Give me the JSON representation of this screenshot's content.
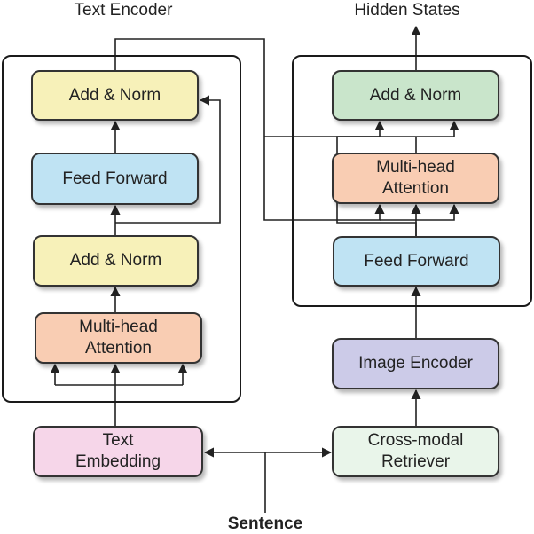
{
  "labels": {
    "text_encoder": "Text Encoder",
    "hidden_states": "Hidden States",
    "sentence": "Sentence"
  },
  "text_encoder_blocks": {
    "add_norm_top": "Add & Norm",
    "feed_forward": "Feed Forward",
    "add_norm_bottom": "Add & Norm",
    "multi_head_attention": "Multi-head\nAttention"
  },
  "text_embedding": "Text\nEmbedding",
  "image_branch": {
    "add_norm": "Add & Norm",
    "multi_head_attention": "Multi-head\nAttention",
    "feed_forward": "Feed Forward",
    "image_encoder": "Image Encoder",
    "cross_modal_retriever": "Cross-modal\nRetriever"
  },
  "colors": {
    "add_norm": "#f7f1b9",
    "feed_forward": "#bfe3f3",
    "attention": "#f9cdb3",
    "text_embedding": "#f6d6e9",
    "add_norm_green": "#c9e5cb",
    "image_encoder": "#cccbe8",
    "retriever": "#e9f5ea"
  }
}
